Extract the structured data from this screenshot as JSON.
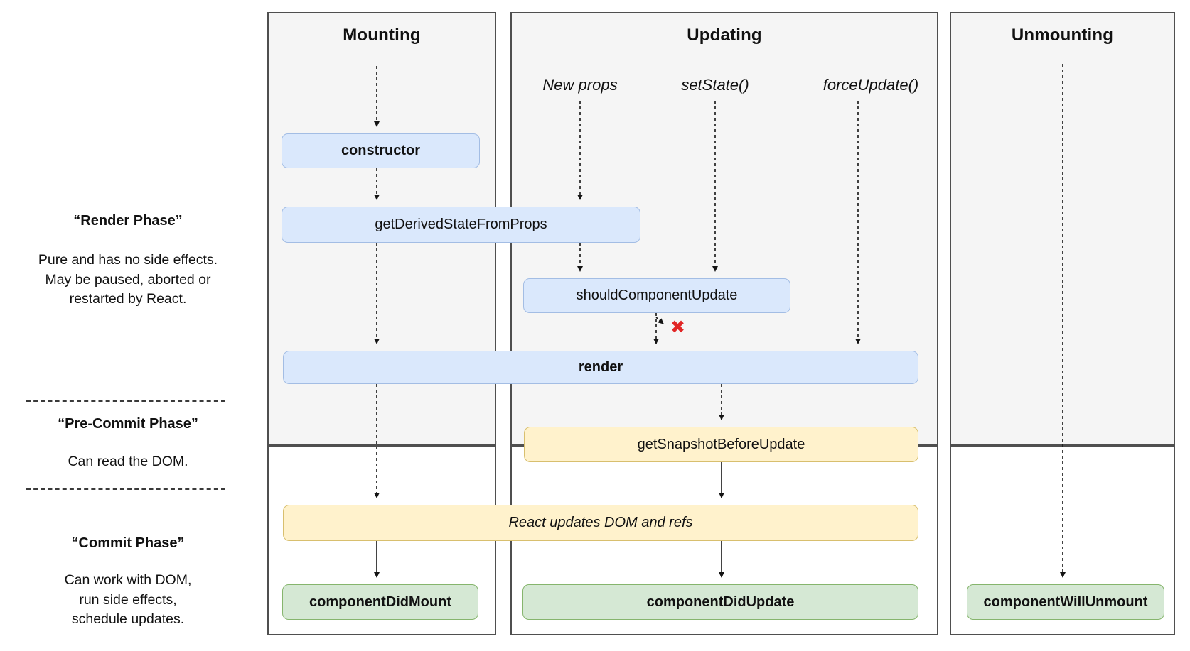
{
  "sidebar": {
    "render_phase": {
      "title": "“Render Phase”",
      "description": "Pure and has no side effects.\nMay be paused, aborted or\nrestarted by React."
    },
    "pre_commit_phase": {
      "title": "“Pre-Commit Phase”",
      "description": "Can read the DOM."
    },
    "commit_phase": {
      "title": "“Commit Phase”",
      "description": "Can work with DOM,\nrun side effects,\nschedule updates."
    }
  },
  "columns": {
    "mounting": {
      "title": "Mounting"
    },
    "updating": {
      "title": "Updating"
    },
    "unmounting": {
      "title": "Unmounting"
    }
  },
  "triggers": {
    "new_props": "New props",
    "set_state": "setState()",
    "force_update": "forceUpdate()"
  },
  "boxes": {
    "constructor_method": "constructor",
    "get_derived_state_from_props": "getDerivedStateFromProps",
    "should_component_update": "shouldComponentUpdate",
    "render_method": "render",
    "get_snapshot_before_update": "getSnapshotBeforeUpdate",
    "react_updates_dom": "React updates DOM and refs",
    "component_did_mount": "componentDidMount",
    "component_did_update": "componentDidUpdate",
    "component_will_unmount": "componentWillUnmount"
  },
  "icons": {
    "stop_x": "✖"
  },
  "colors": {
    "lifecycle_blue_fill": "#dae8fc",
    "lifecycle_blue_border": "#a3bde4",
    "lifecycle_yellow_fill": "#fff2cc",
    "lifecycle_yellow_border": "#d8bf6e",
    "lifecycle_green_fill": "#d5e8d4",
    "lifecycle_green_border": "#86b56d",
    "column_gray_fill": "#f5f5f5",
    "column_border": "#4f4f4f",
    "stop_x_red": "#e12626"
  }
}
